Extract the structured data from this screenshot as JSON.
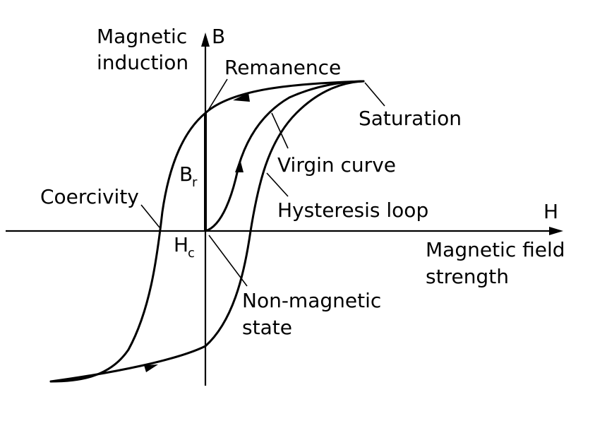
{
  "axes": {
    "y": {
      "symbol": "B",
      "name_line1": "Magnetic",
      "name_line2": "induction"
    },
    "x": {
      "symbol": "H",
      "name_line1": "Magnetic field",
      "name_line2": "strength"
    }
  },
  "labels": {
    "remanence": "Remanence",
    "saturation": "Saturation",
    "virgin_curve": "Virgin curve",
    "hysteresis_loop": "Hysteresis loop",
    "coercivity": "Coercivity",
    "non_magnetic_line1": "Non-magnetic",
    "non_magnetic_line2": "state",
    "br_main": "B",
    "br_sub": "r",
    "hc_main": "H",
    "hc_sub": "c"
  },
  "colors": {
    "ink": "#000000",
    "background": "#ffffff"
  }
}
